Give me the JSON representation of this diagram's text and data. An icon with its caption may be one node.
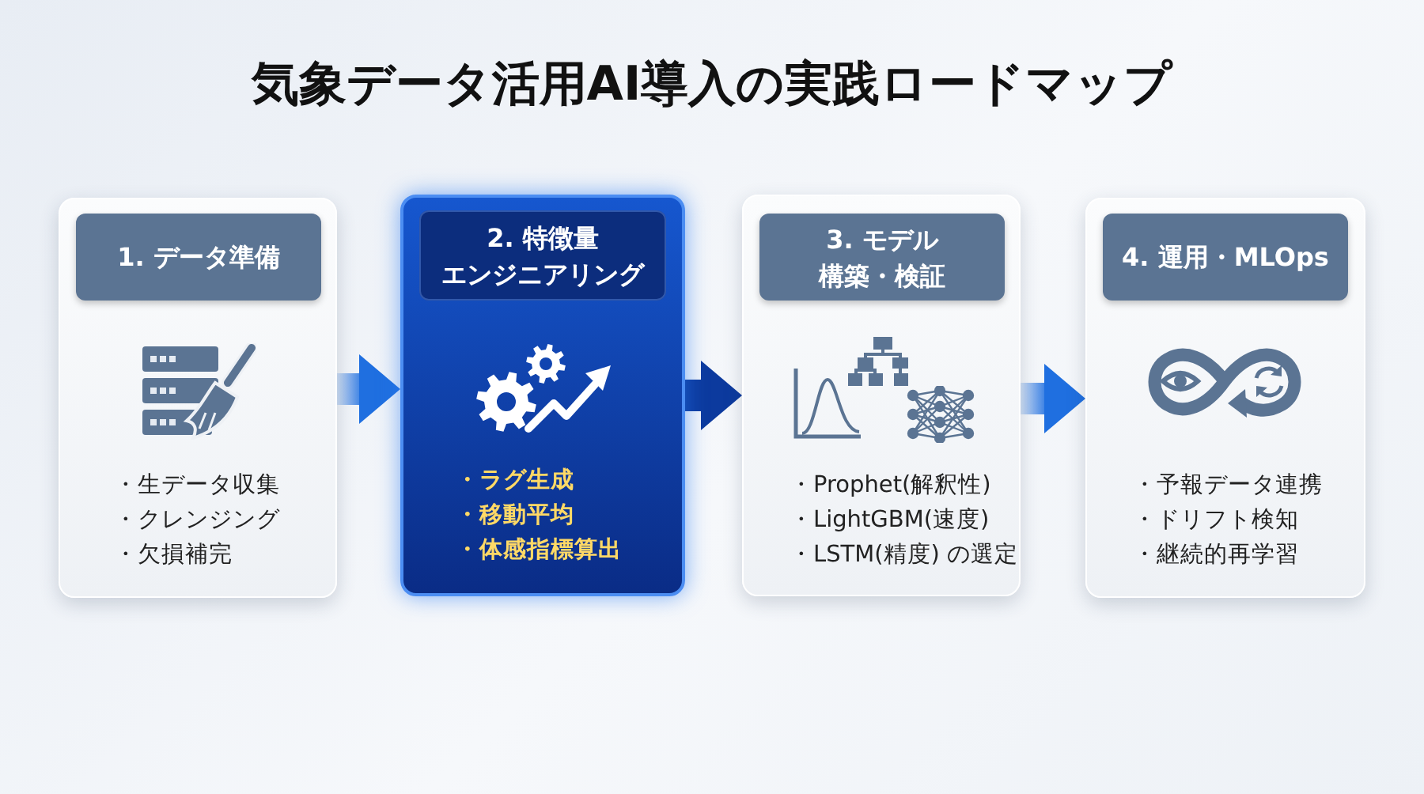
{
  "diagram": {
    "title": "気象データ活用AI導入の実践ロードマップ",
    "nodes": [
      {
        "text": [
          "・生データ収集",
          "・クレンジング",
          "・欠損補完"
        ]
      },
      {
        "text": [
          "1. データ準備"
        ],
        "in": 0
      },
      {
        "text": [
          "・ラグ生成",
          "・移動平均",
          "・体感指標算出"
        ]
      },
      {
        "text": [
          "2. 特徴量エンジニアリング"
        ],
        "in": 2
      },
      {
        "text": [
          "・Prophet(解釈性)",
          "・LightGBM(速度)",
          "・LSTM(精度) の選定"
        ]
      },
      {
        "text": [
          "3. モデル構築・検証"
        ],
        "in": 4
      },
      {
        "text": [
          "・予報データ連携",
          "・ドリフト検知",
          "・継続的再学習"
        ]
      },
      {
        "text": [
          "4. 運用・MLOps"
        ],
        "in": 6
      }
    ],
    "edges": [
      {
        "from": 0,
        "to": 2,
        "arrow": "to"
      },
      {
        "from": 2,
        "to": 4,
        "arrow": "to",
        "color": "#0c3a9e"
      },
      {
        "from": 4,
        "to": 6,
        "arrow": "to"
      }
    ]
  }
}
